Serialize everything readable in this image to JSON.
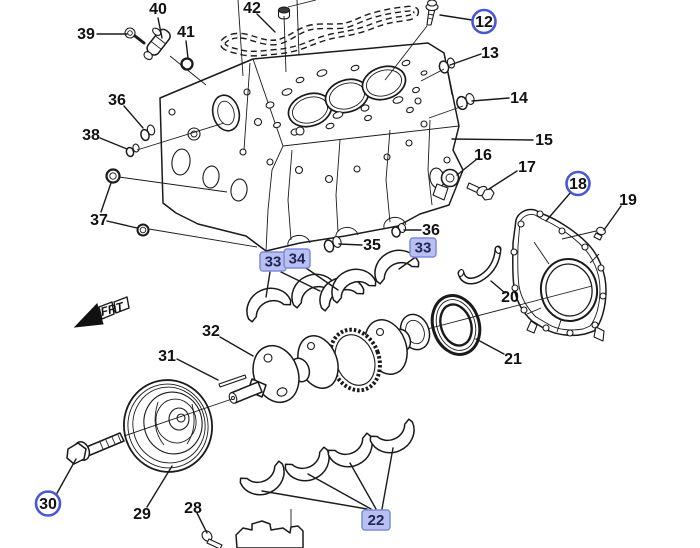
{
  "diagram": {
    "kind": "engine-block-and-crankshaft-exploded-parts-view",
    "front_indicator": "FRT",
    "colors": {
      "background": "#ffffff",
      "line": "#1a1a1a",
      "highlight_ring": "#4757d6",
      "highlight_box_fill": "#b7c0ee",
      "highlight_box_border": "#7e8bdf",
      "highlight_text": "#20265a"
    },
    "callouts": {
      "c12": {
        "label": "12",
        "style": "circled",
        "highlighted": true
      },
      "c13": {
        "label": "13",
        "style": "plain",
        "highlighted": false
      },
      "c14": {
        "label": "14",
        "style": "plain",
        "highlighted": false
      },
      "c15": {
        "label": "15",
        "style": "plain",
        "highlighted": false
      },
      "c16": {
        "label": "16",
        "style": "plain",
        "highlighted": false
      },
      "c17": {
        "label": "17",
        "style": "plain",
        "highlighted": false
      },
      "c18": {
        "label": "18",
        "style": "circled",
        "highlighted": true
      },
      "c19": {
        "label": "19",
        "style": "plain",
        "highlighted": false
      },
      "c20": {
        "label": "20",
        "style": "plain",
        "highlighted": false
      },
      "c21": {
        "label": "21",
        "style": "plain",
        "highlighted": false
      },
      "c22": {
        "label": "22",
        "style": "boxed",
        "highlighted": true
      },
      "c28": {
        "label": "28",
        "style": "plain",
        "highlighted": false
      },
      "c29": {
        "label": "29",
        "style": "plain",
        "highlighted": false
      },
      "c30": {
        "label": "30",
        "style": "circled",
        "highlighted": true
      },
      "c31": {
        "label": "31",
        "style": "plain",
        "highlighted": false
      },
      "c32": {
        "label": "32",
        "style": "plain",
        "highlighted": false
      },
      "c33a": {
        "label": "33",
        "style": "boxed",
        "highlighted": true
      },
      "c33b": {
        "label": "33",
        "style": "boxed",
        "highlighted": true
      },
      "c34": {
        "label": "34",
        "style": "boxed",
        "highlighted": true
      },
      "c35": {
        "label": "35",
        "style": "plain",
        "highlighted": false
      },
      "c36a": {
        "label": "36",
        "style": "plain",
        "highlighted": false
      },
      "c36b": {
        "label": "36",
        "style": "plain",
        "highlighted": false
      },
      "c37": {
        "label": "37",
        "style": "plain",
        "highlighted": false
      },
      "c38": {
        "label": "38",
        "style": "plain",
        "highlighted": false
      },
      "c39": {
        "label": "39",
        "style": "plain",
        "highlighted": false
      },
      "c40": {
        "label": "40",
        "style": "plain",
        "highlighted": false
      },
      "c41": {
        "label": "41",
        "style": "plain",
        "highlighted": false
      },
      "c42": {
        "label": "42",
        "style": "plain",
        "highlighted": false
      }
    }
  }
}
